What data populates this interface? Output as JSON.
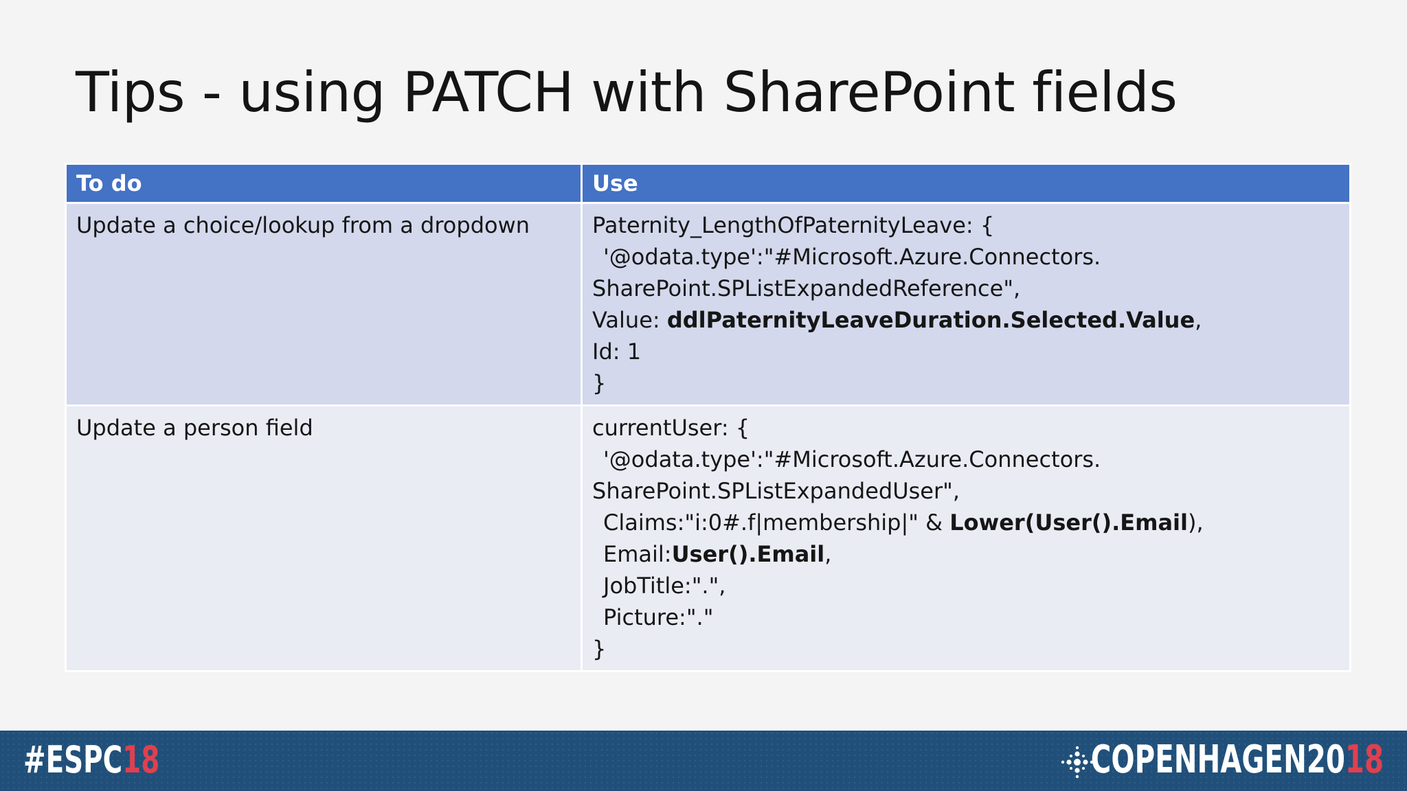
{
  "slide": {
    "title": "Tips - using PATCH with SharePoint fields"
  },
  "table": {
    "headers": [
      "To do",
      "Use"
    ],
    "rows": [
      {
        "todo": "Update a choice/lookup from a dropdown",
        "use": {
          "l1": "Paternity_LengthOfPaternityLeave: {",
          "l2": "'@odata.type':\"#Microsoft.Azure.Connectors.",
          "l3": "SharePoint.SPListExpandedReference\",",
          "l4_pre": "Value: ",
          "l4_bold": "ddlPaternityLeaveDuration.Selected.Value",
          "l4_post": ",",
          "l5": "Id: 1",
          "l6": "}"
        }
      },
      {
        "todo": "Update a person field",
        "use": {
          "l1": "currentUser: {",
          "l2": "'@odata.type':\"#Microsoft.Azure.Connectors.",
          "l3": "SharePoint.SPListExpandedUser\",",
          "l4_pre": "Claims:\"i:0#.f|membership|\" & ",
          "l4_bold": "Lower(User().Email",
          "l4_post": "),",
          "l5_pre": "Email:",
          "l5_bold": "User().Email",
          "l5_post": ",",
          "l6": "JobTitle:\".\",",
          "l7": "Picture:\".\"",
          "l8": "}"
        }
      }
    ]
  },
  "footer": {
    "hashtag_main": "#ESPC",
    "hashtag_year": "18",
    "city_main": "COPENHAGEN",
    "city_year1": "20",
    "city_year2": "18",
    "logo_icon": "dot-cluster-icon"
  },
  "colors": {
    "header_bg": "#4472c4",
    "row_odd": "#d3d8ec",
    "row_even": "#eaecf4",
    "footer_bg": "#20507a",
    "accent": "#e0404f"
  }
}
